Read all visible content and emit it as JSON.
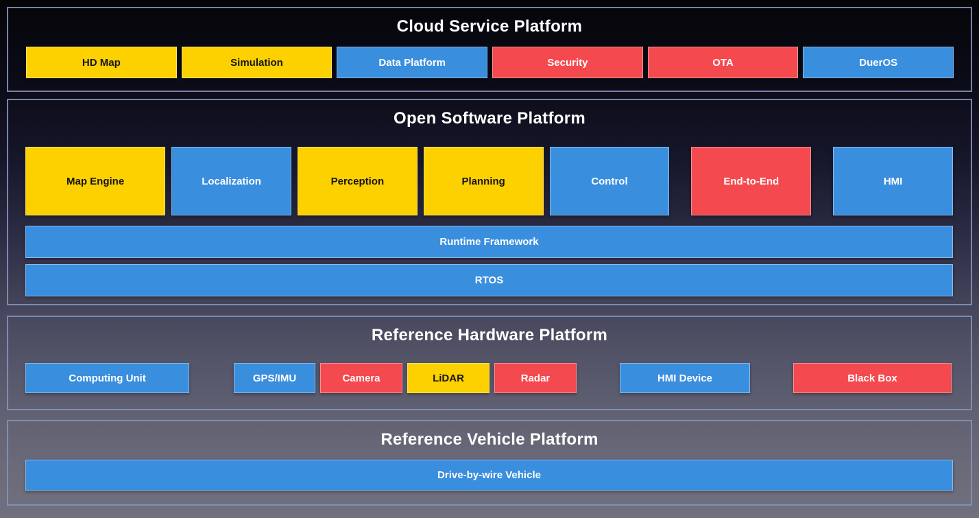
{
  "palette": {
    "yellow": "#FDD000",
    "blue": "#3A8EDE",
    "red": "#F4494E",
    "section_border": "#8394B8",
    "title_text": "#FFFFFF",
    "background_top": "#050508",
    "background_bottom": "#70707E"
  },
  "sections": [
    {
      "title": "Cloud Service Platform",
      "items": [
        {
          "label": "HD Map",
          "color": "yellow"
        },
        {
          "label": "Simulation",
          "color": "yellow"
        },
        {
          "label": "Data Platform",
          "color": "blue"
        },
        {
          "label": "Security",
          "color": "red"
        },
        {
          "label": "OTA",
          "color": "red"
        },
        {
          "label": "DuerOS",
          "color": "blue"
        }
      ]
    },
    {
      "title": "Open Software Platform",
      "items": [
        {
          "label": "Map Engine",
          "color": "yellow"
        },
        {
          "label": "Localization",
          "color": "blue"
        },
        {
          "label": "Perception",
          "color": "yellow"
        },
        {
          "label": "Planning",
          "color": "yellow"
        },
        {
          "label": "Control",
          "color": "blue"
        },
        {
          "label": "End-to-End",
          "color": "red"
        },
        {
          "label": "HMI",
          "color": "blue"
        }
      ],
      "bars": [
        {
          "label": "Runtime Framework",
          "color": "blue"
        },
        {
          "label": "RTOS",
          "color": "blue"
        }
      ]
    },
    {
      "title": "Reference Hardware Platform",
      "items": [
        {
          "label": "Computing Unit",
          "color": "blue"
        },
        {
          "label": "GPS/IMU",
          "color": "blue"
        },
        {
          "label": "Camera",
          "color": "red"
        },
        {
          "label": "LiDAR",
          "color": "yellow"
        },
        {
          "label": "Radar",
          "color": "red"
        },
        {
          "label": "HMI Device",
          "color": "blue"
        },
        {
          "label": "Black Box",
          "color": "red"
        }
      ]
    },
    {
      "title": "Reference Vehicle Platform",
      "bars": [
        {
          "label": "Drive-by-wire Vehicle",
          "color": "blue"
        }
      ]
    }
  ]
}
